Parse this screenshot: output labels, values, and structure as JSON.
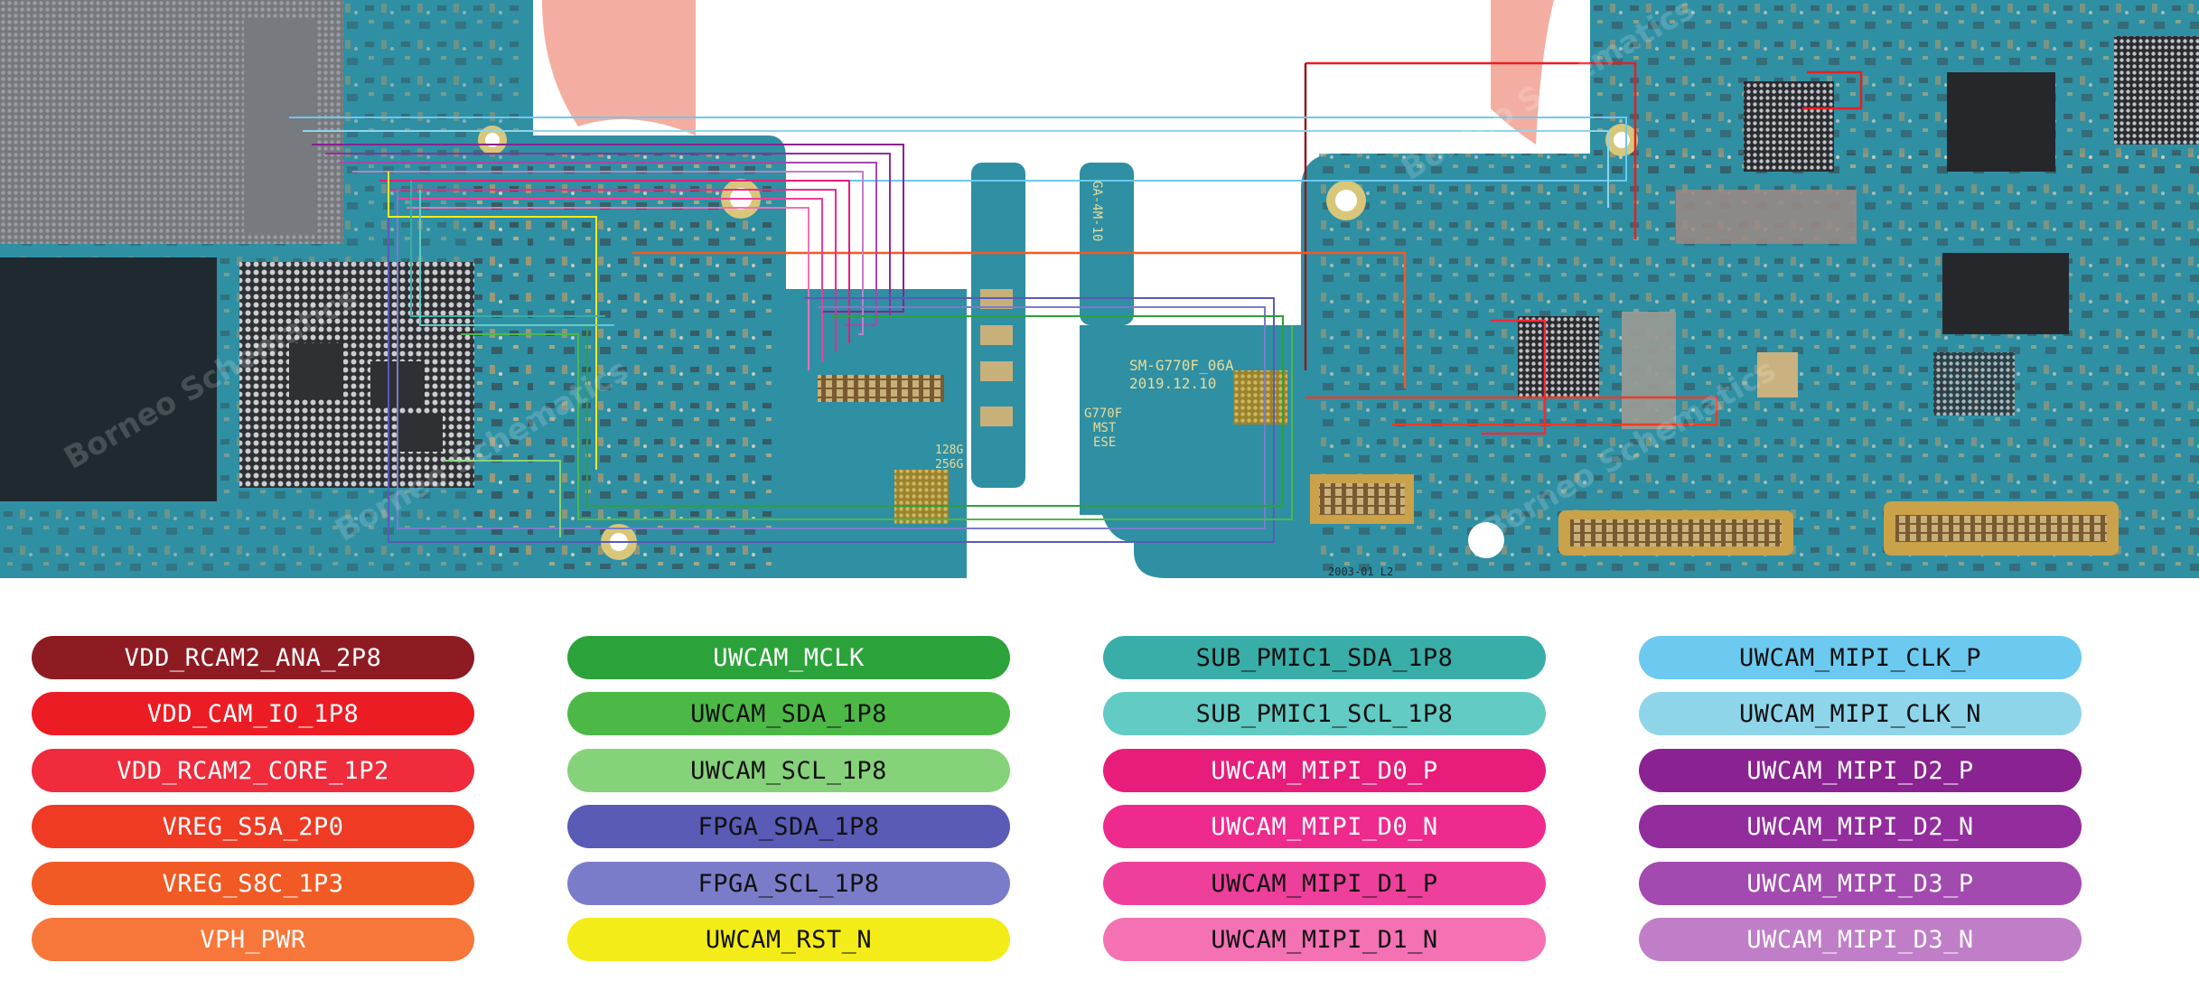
{
  "board": {
    "silkscreen": {
      "model": "SM-G770F_06A",
      "date": "2019.12.10",
      "variant": "G770F",
      "mst": "MST",
      "ese": "ESE",
      "storage_1": "128G",
      "storage_2": "256G",
      "flex_code": "GA-4M-10",
      "pcb_rev": "2003-01 L2"
    },
    "watermark": "Borneo Schematics"
  },
  "legend": {
    "columns": [
      [
        {
          "label": "VDD_RCAM2_ANA_2P8",
          "color": "#8e1b22",
          "text": "#ffffff"
        },
        {
          "label": "VDD_CAM_IO_1P8",
          "color": "#ec1c24",
          "text": "#ffffff"
        },
        {
          "label": "VDD_RCAM2_CORE_1P2",
          "color": "#ef2b3c",
          "text": "#ffffff"
        },
        {
          "label": "VREG_S5A_2P0",
          "color": "#ef3a24",
          "text": "#ffffff"
        },
        {
          "label": "VREG_S8C_1P3",
          "color": "#f15a24",
          "text": "#ffffff"
        },
        {
          "label": "VPH_PWR",
          "color": "#f7773a",
          "text": "#ffffff"
        }
      ],
      [
        {
          "label": "UWCAM_MCLK",
          "color": "#2ca23a",
          "text": "#ffffff"
        },
        {
          "label": "UWCAM_SDA_1P8",
          "color": "#4cb947",
          "text": "#111111"
        },
        {
          "label": "UWCAM_SCL_1P8",
          "color": "#86d27a",
          "text": "#111111"
        },
        {
          "label": "FPGA_SDA_1P8",
          "color": "#5a5bb6",
          "text": "#111111"
        },
        {
          "label": "FPGA_SCL_1P8",
          "color": "#7b7cc9",
          "text": "#111111"
        },
        {
          "label": "UWCAM_RST_N",
          "color": "#f3ec18",
          "text": "#111111"
        }
      ],
      [
        {
          "label": "SUB_PMIC1_SDA_1P8",
          "color": "#39ada8",
          "text": "#111111"
        },
        {
          "label": "SUB_PMIC1_SCL_1P8",
          "color": "#62cbc3",
          "text": "#111111"
        },
        {
          "label": "UWCAM_MIPI_D0_P",
          "color": "#e81c7a",
          "text": "#ffffff"
        },
        {
          "label": "UWCAM_MIPI_D0_N",
          "color": "#ee2a8c",
          "text": "#ffffff"
        },
        {
          "label": "UWCAM_MIPI_D1_P",
          "color": "#ee3f9b",
          "text": "#111111"
        },
        {
          "label": "UWCAM_MIPI_D1_N",
          "color": "#f471b4",
          "text": "#111111"
        }
      ],
      [
        {
          "label": "UWCAM_MIPI_CLK_P",
          "color": "#6cc9ef",
          "text": "#111111"
        },
        {
          "label": "UWCAM_MIPI_CLK_N",
          "color": "#8ed5ea",
          "text": "#111111"
        },
        {
          "label": "UWCAM_MIPI_D2_P",
          "color": "#8b2292",
          "text": "#ffffff"
        },
        {
          "label": "UWCAM_MIPI_D2_N",
          "color": "#932d9e",
          "text": "#ffffff"
        },
        {
          "label": "UWCAM_MIPI_D3_P",
          "color": "#a24aaf",
          "text": "#ffffff"
        },
        {
          "label": "UWCAM_MIPI_D3_N",
          "color": "#c07ec8",
          "text": "#ffffff"
        }
      ]
    ]
  }
}
